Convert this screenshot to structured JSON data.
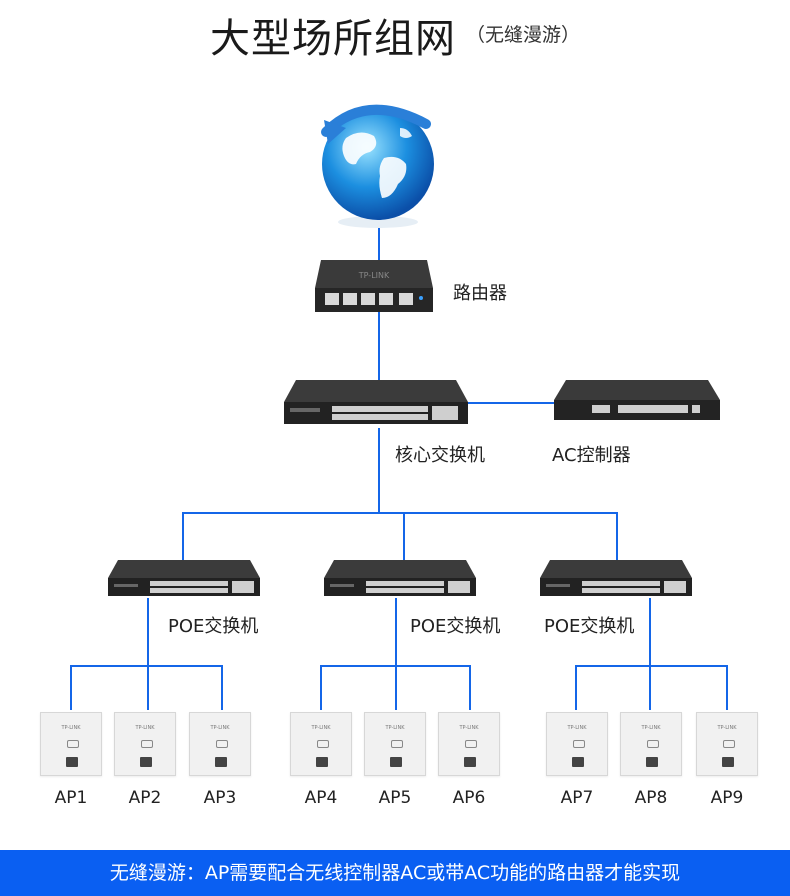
{
  "header": {
    "title": "大型场所组网",
    "subtitle": "（无缝漫游）"
  },
  "nodes": {
    "router": "路由器",
    "core_switch": "核心交换机",
    "ac_controller": "AC控制器",
    "poe_switches": [
      "POE交换机",
      "POE交换机",
      "POE交换机"
    ]
  },
  "access_points": [
    "AP1",
    "AP2",
    "AP3",
    "AP4",
    "AP5",
    "AP6",
    "AP7",
    "AP8",
    "AP9"
  ],
  "device_brand": "TP-LINK",
  "colors": {
    "link": "#1466e8",
    "footer_bg": "#0a5ff2"
  },
  "footer": {
    "text": "无缝漫游：AP需要配合无线控制器AC或带AC功能的路由器才能实现"
  }
}
